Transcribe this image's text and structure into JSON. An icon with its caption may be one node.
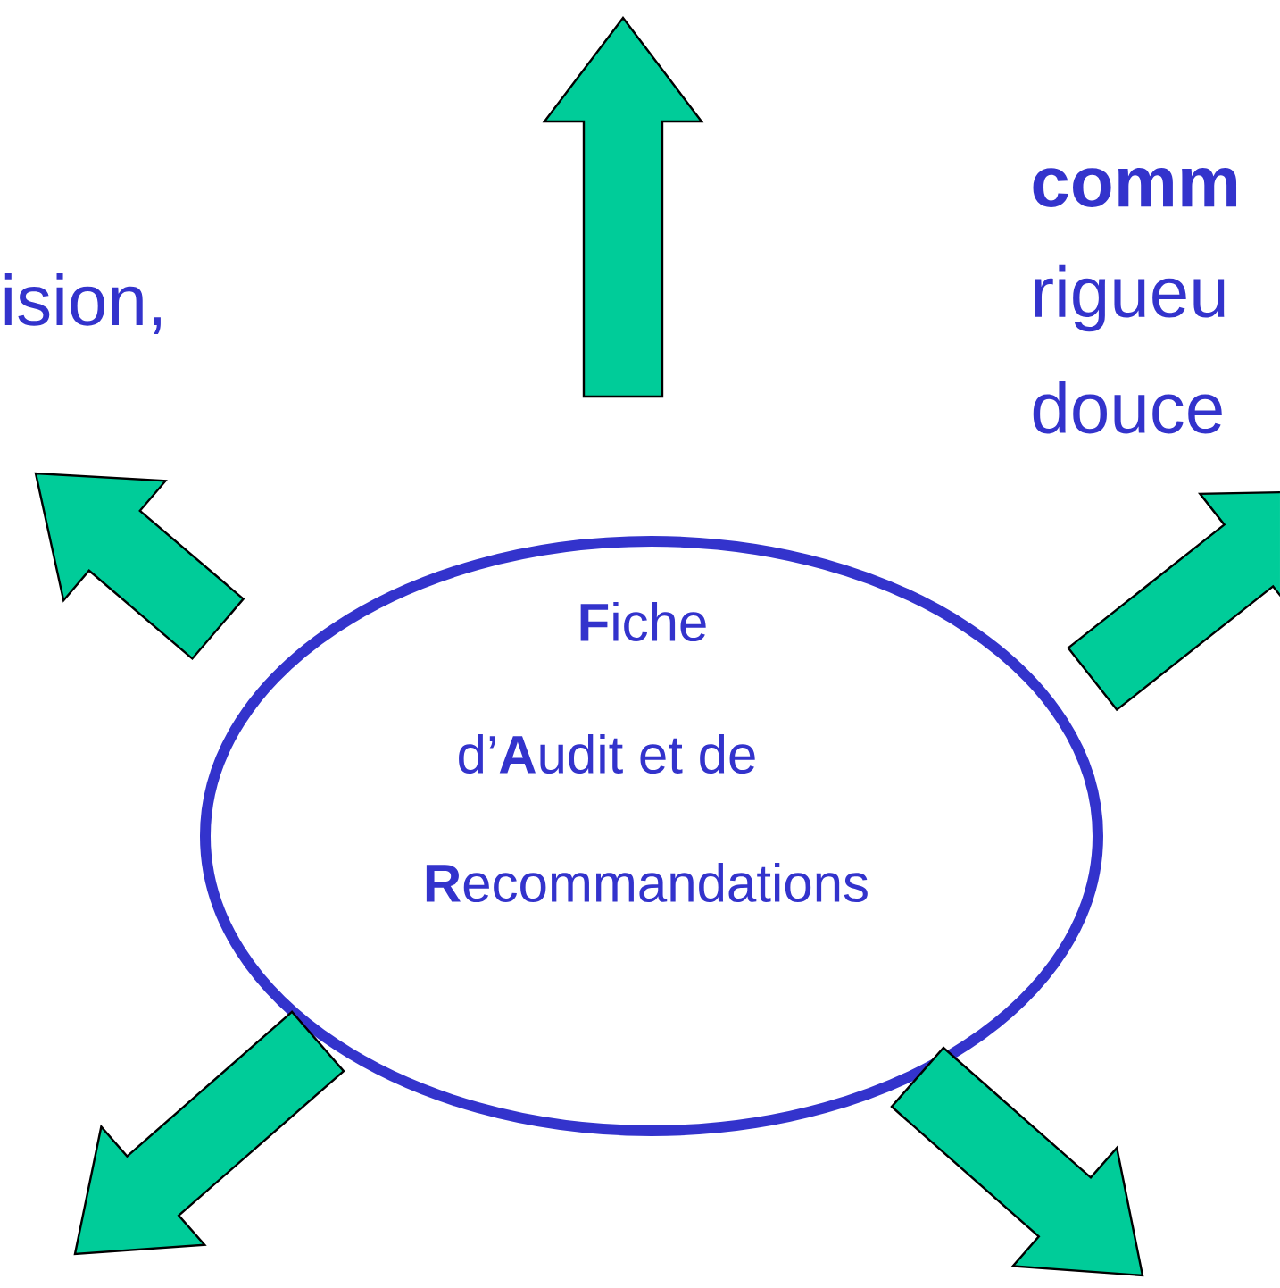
{
  "diagram": {
    "nodes": [
      {
        "text": [
          "**F**iche",
          "d’**A**udit et de",
          "**R**ecommandations"
        ]
      }
    ],
    "labels": [
      "ision,",
      "comm",
      "rigueu",
      "douce"
    ]
  }
}
